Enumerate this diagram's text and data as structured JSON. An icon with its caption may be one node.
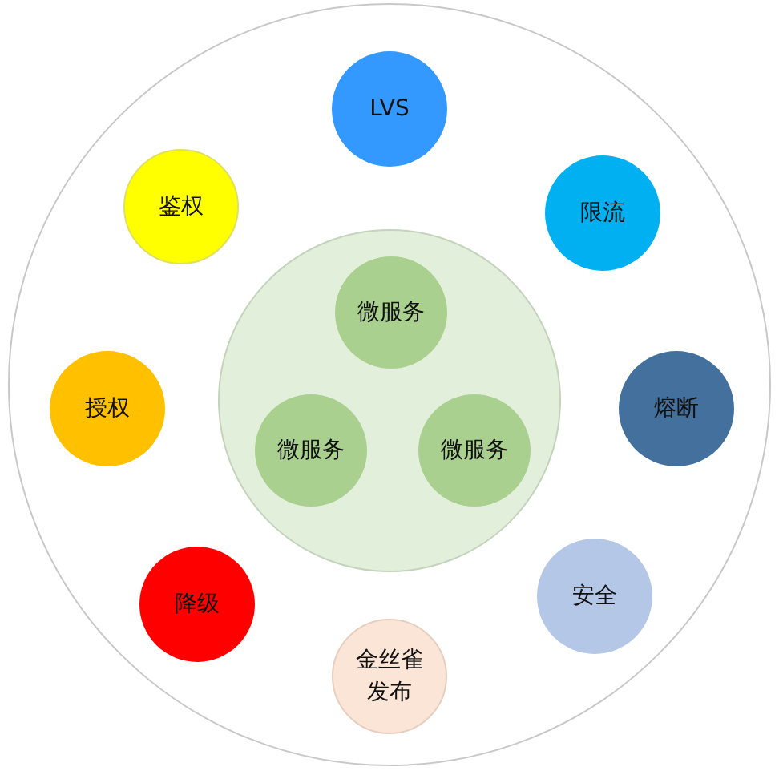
{
  "diagram": {
    "nodes": [
      {
        "text": [],
        "shape": "circle"
      },
      {
        "text": [
          "LVS"
        ],
        "in": 0
      },
      {
        "text": [
          "鉴权"
        ],
        "in": 0
      },
      {
        "text": [
          "限流"
        ],
        "in": 0
      },
      {
        "text": [],
        "shape": "circle",
        "in": 0
      },
      {
        "text": [
          "微服务"
        ],
        "in": 4
      },
      {
        "text": [
          "微服务"
        ],
        "in": 4
      },
      {
        "text": [
          "微服务"
        ],
        "in": 4
      },
      {
        "text": [
          "授权"
        ],
        "in": 0
      },
      {
        "text": [
          "熔断"
        ],
        "in": 0
      },
      {
        "text": [
          "降级"
        ],
        "in": 0
      },
      {
        "text": [
          "安全"
        ],
        "in": 0
      },
      {
        "text": [
          "金丝雀发布"
        ],
        "in": 0
      }
    ]
  }
}
